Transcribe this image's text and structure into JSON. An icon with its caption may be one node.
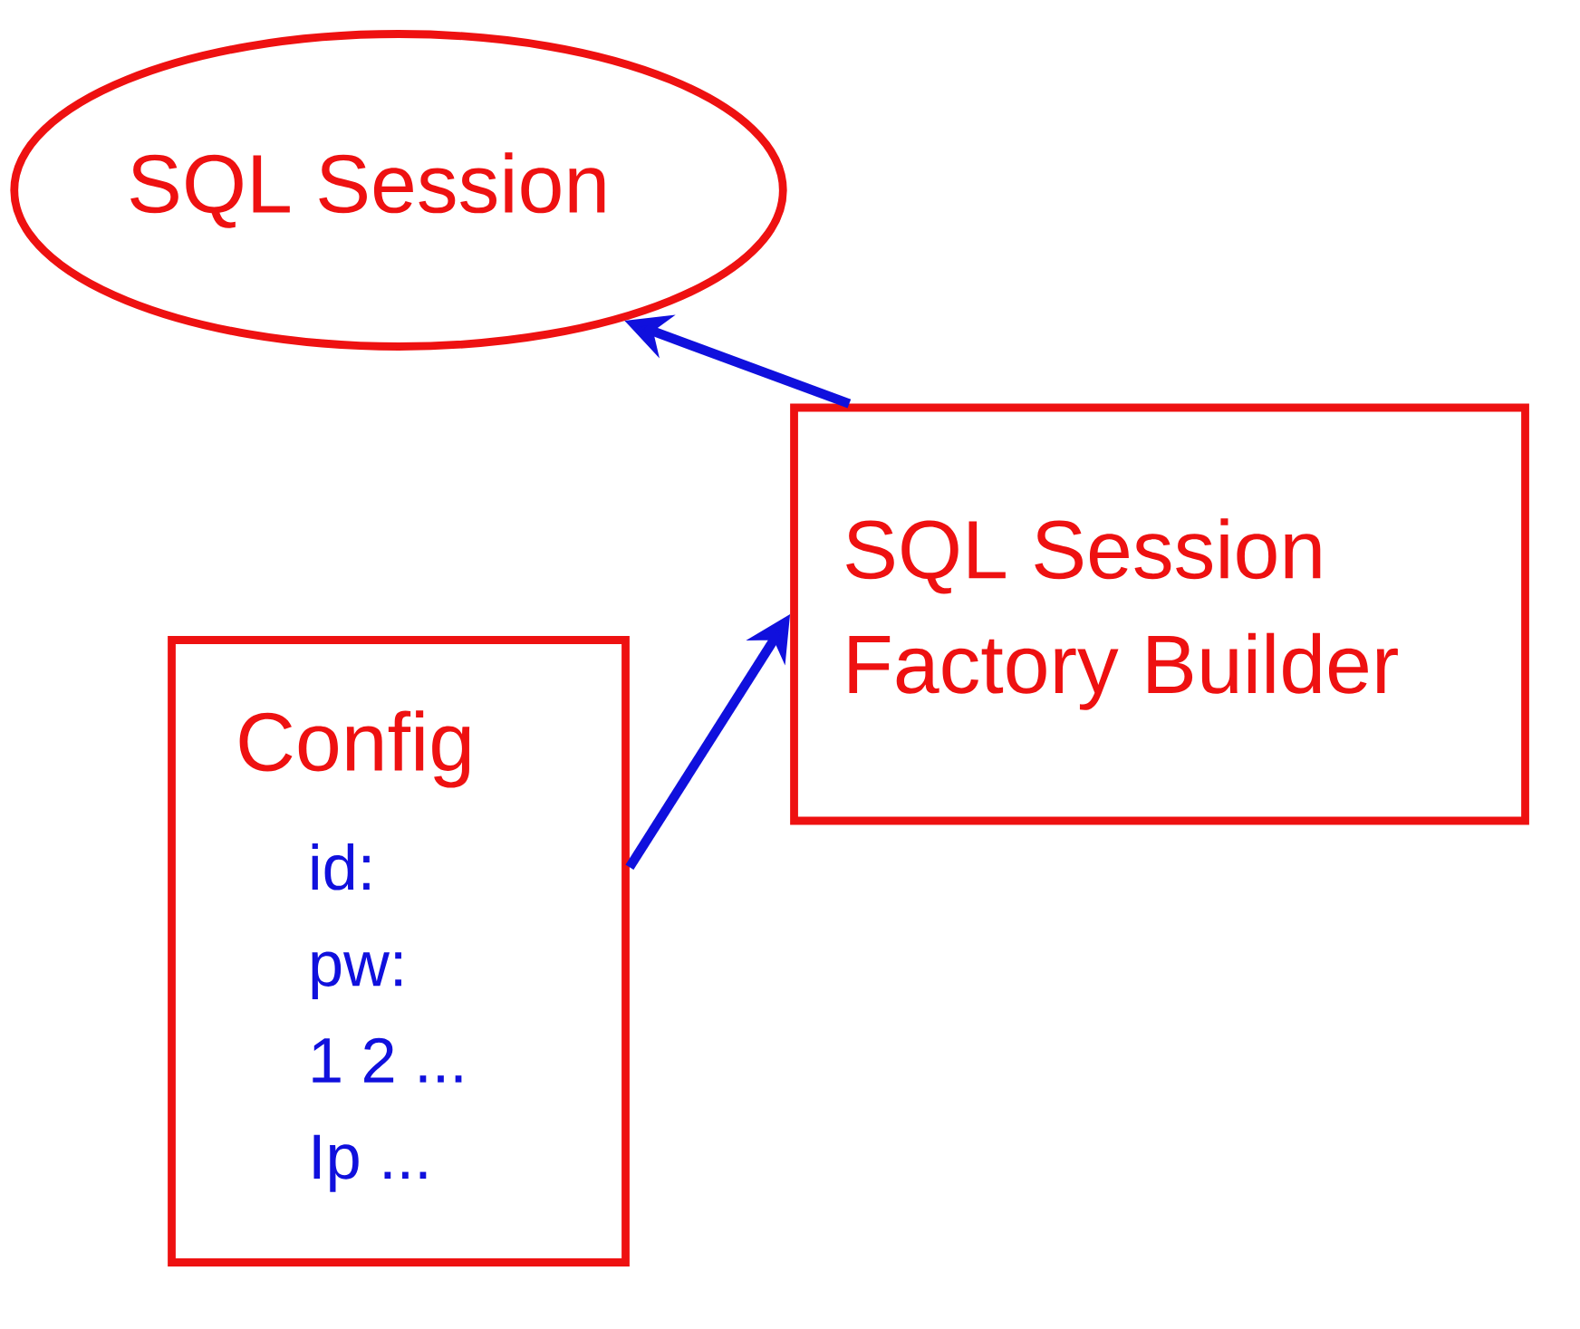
{
  "diagram": {
    "nodes": [
      {
        "text": [
          "SQL Session"
        ]
      },
      {
        "text": [
          "SQL Session Factory Builder"
        ]
      },
      {
        "text": [
          "Config",
          "id:",
          "pw:",
          "1 2 ...",
          "Ip ..."
        ]
      }
    ],
    "edges": [
      {
        "from": 2,
        "to": 1,
        "arrow": "to"
      },
      {
        "from": 1,
        "to": 0,
        "arrow": "to"
      }
    ]
  }
}
